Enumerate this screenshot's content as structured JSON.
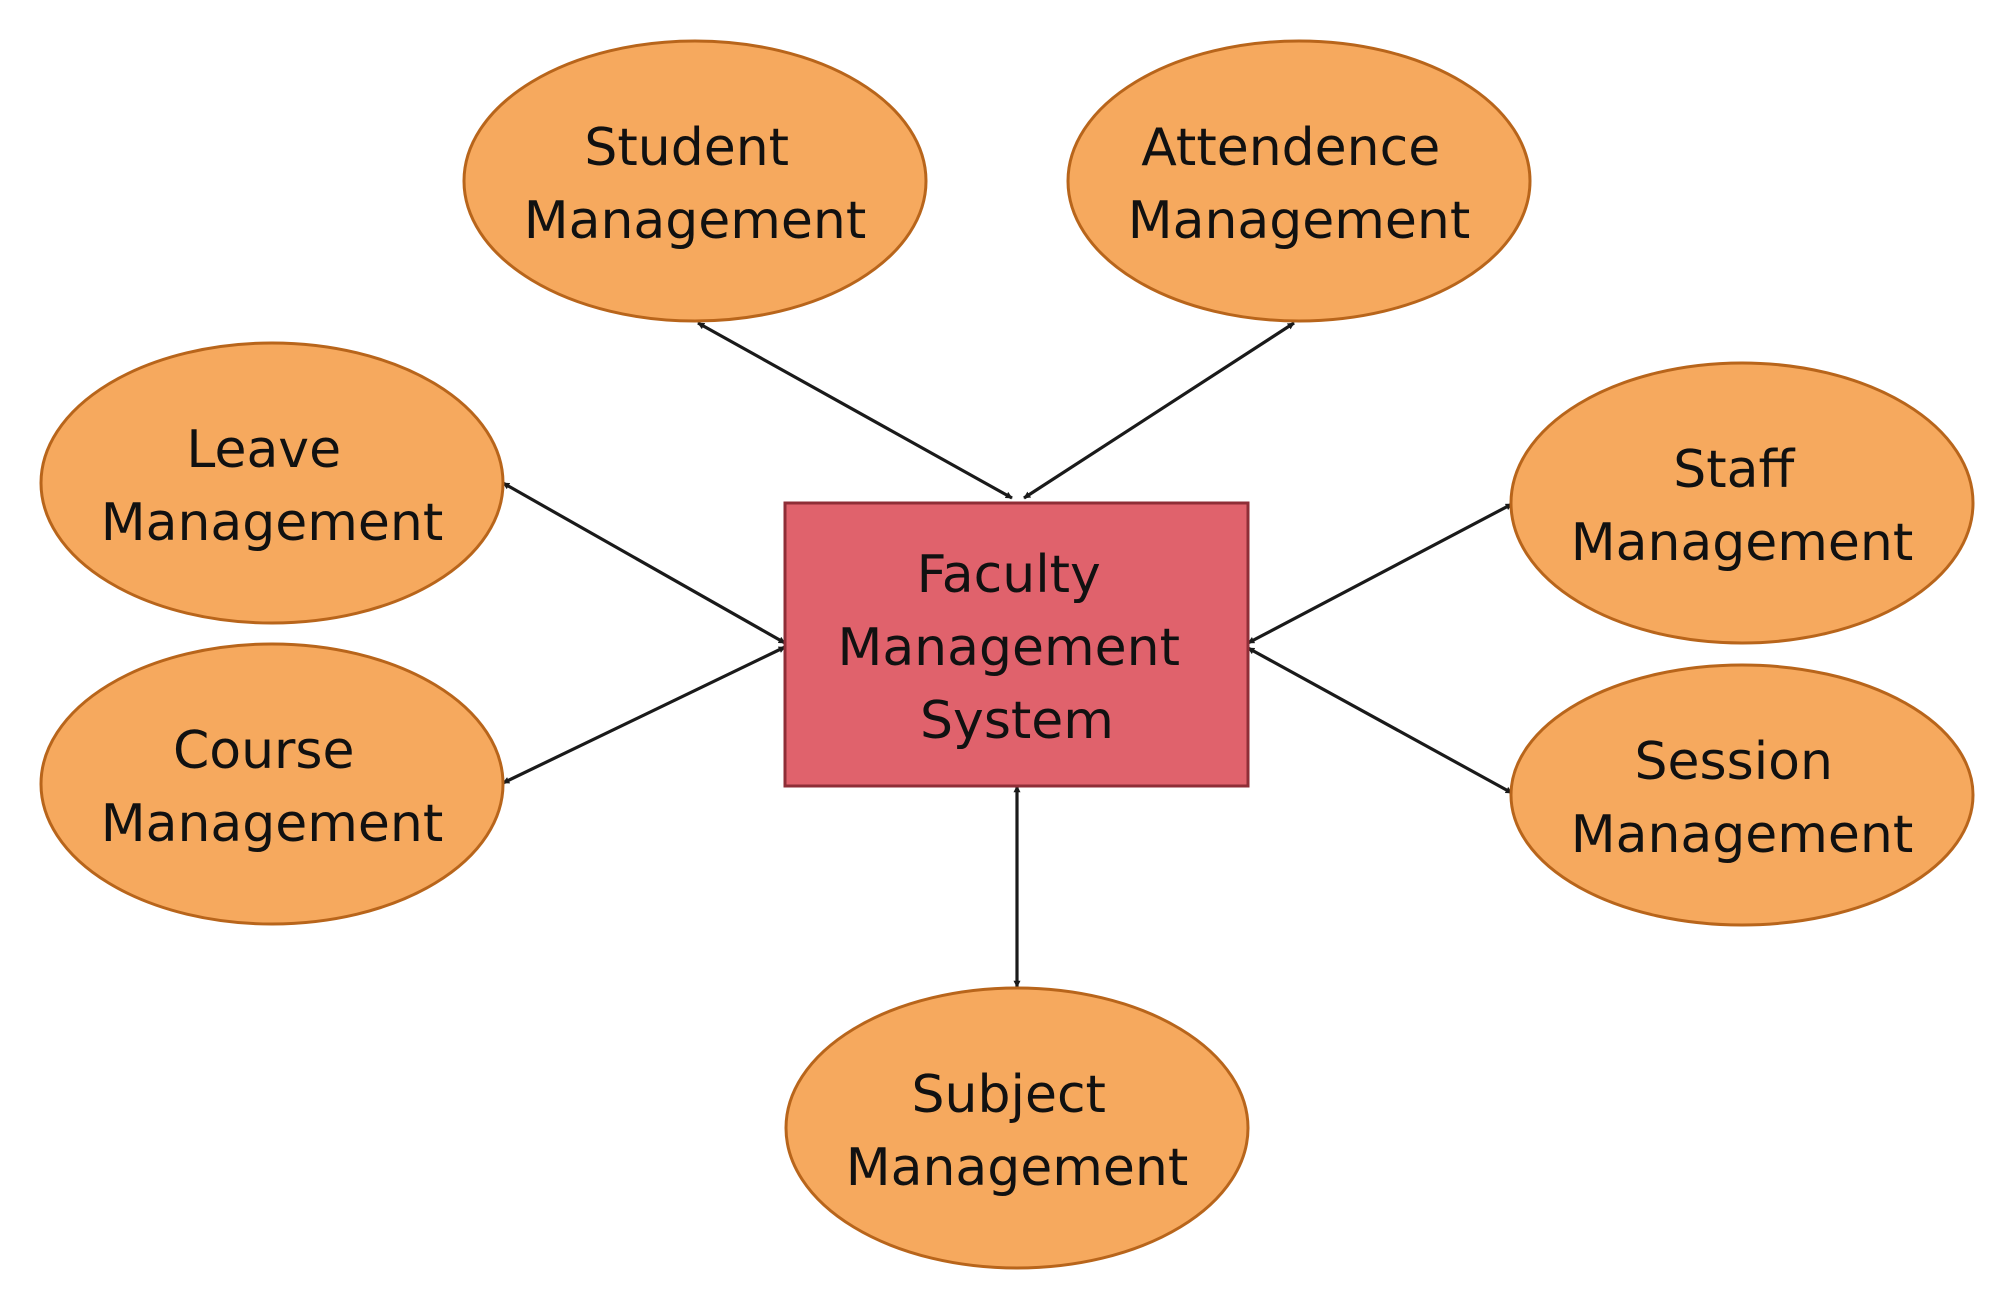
{
  "diagram": {
    "center": {
      "lines": [
        "Faculty",
        "Management",
        "System"
      ]
    },
    "modules": [
      {
        "id": "student",
        "lines": [
          "Student",
          "Management"
        ]
      },
      {
        "id": "attendence",
        "lines": [
          "Attendence",
          "Management"
        ]
      },
      {
        "id": "leave",
        "lines": [
          "Leave",
          "Management"
        ]
      },
      {
        "id": "staff",
        "lines": [
          "Staff",
          "Management"
        ]
      },
      {
        "id": "course",
        "lines": [
          "Course",
          "Management"
        ]
      },
      {
        "id": "session",
        "lines": [
          "Session",
          "Management"
        ]
      },
      {
        "id": "subject",
        "lines": [
          "Subject",
          "Management"
        ]
      }
    ],
    "connection_type": "bidirectional-arrow"
  },
  "colors": {
    "module_fill": "#f6a95e",
    "module_stroke": "#b8651b",
    "center_fill": "#e0626c",
    "center_stroke": "#8f2e37",
    "connector": "#1a1a1a"
  }
}
